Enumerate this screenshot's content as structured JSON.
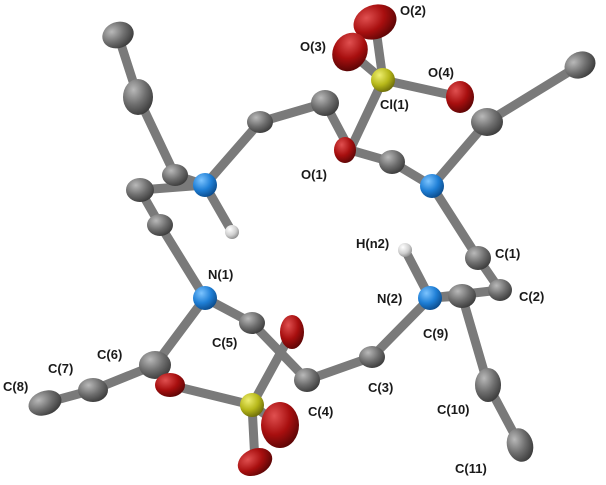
{
  "figure": {
    "colors": {
      "carbon": "#6e6e6e",
      "carbon_shade": "#3c3c3c",
      "nitrogen": "#1f7fd6",
      "oxygen": "#a80f0f",
      "chlorine": "#b7b81a",
      "hydrogen": "#cfcfcf",
      "bond": "#7a7a7a"
    },
    "labels": {
      "o2": "O(2)",
      "o3": "O(3)",
      "o4": "O(4)",
      "cl1": "Cl(1)",
      "o1": "O(1)",
      "hn2": "H(n2)",
      "c1": "C(1)",
      "n1": "N(1)",
      "c2": "C(2)",
      "n2": "N(2)",
      "c9": "C(9)",
      "c5": "C(5)",
      "c6": "C(6)",
      "c7": "C(7)",
      "c3": "C(3)",
      "c8": "C(8)",
      "c4": "C(4)",
      "c10": "C(10)",
      "c11": "C(11)"
    }
  }
}
